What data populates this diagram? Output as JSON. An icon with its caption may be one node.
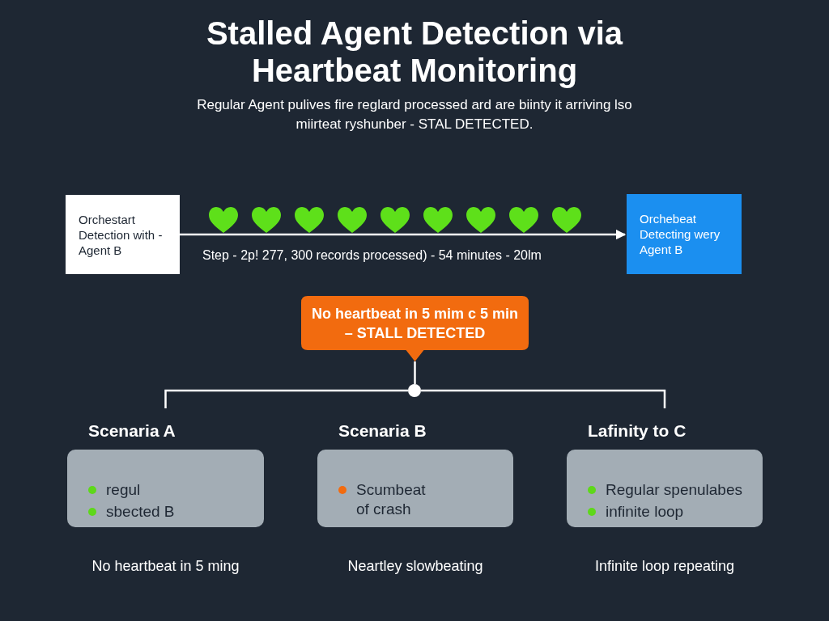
{
  "diagram": {
    "title": "Stalled Agent Detection via Heartbeat Monitoring",
    "nodes": [
      {
        "text": [
          "Orchestart Detection with - Agent B"
        ]
      },
      {
        "text": [
          "Orchebeat Detecting wery Agent B"
        ]
      },
      {
        "text": [
          "No heartbeat in 5 mim c 5 min – STALL DETECTED"
        ]
      },
      {
        "text": [],
        "shape": "circle"
      },
      {
        "text": [
          "Scenaria A",
          "regul",
          "sbected B"
        ],
        "beside": [
          "No heartbeat in 5 ming"
        ]
      },
      {
        "text": [
          "Scenaria B",
          "Scumbeat of crash"
        ],
        "beside": [
          "Neartley slowbeating"
        ]
      },
      {
        "text": [
          "Lafinity to C",
          "Regular spenulabes",
          "infinite loop"
        ],
        "beside": [
          "Infinite loop repeating"
        ]
      }
    ],
    "edges": [
      {
        "from": 0,
        "to": 1,
        "arrow": "to"
      },
      {
        "from": 2,
        "to": 3,
        "arrow": "none"
      },
      {
        "from": 3,
        "to": 4,
        "arrow": "none"
      },
      {
        "from": 3,
        "to": 6,
        "arrow": "none"
      }
    ],
    "labels": [
      "Regular Agent pulives fire reglard processed ard are biinty it arriving lso miirteat ryshunber - STAL DETECTED.",
      "Step - 2p! 277, 300 records processed) - 54 minutes - 20lm"
    ]
  }
}
